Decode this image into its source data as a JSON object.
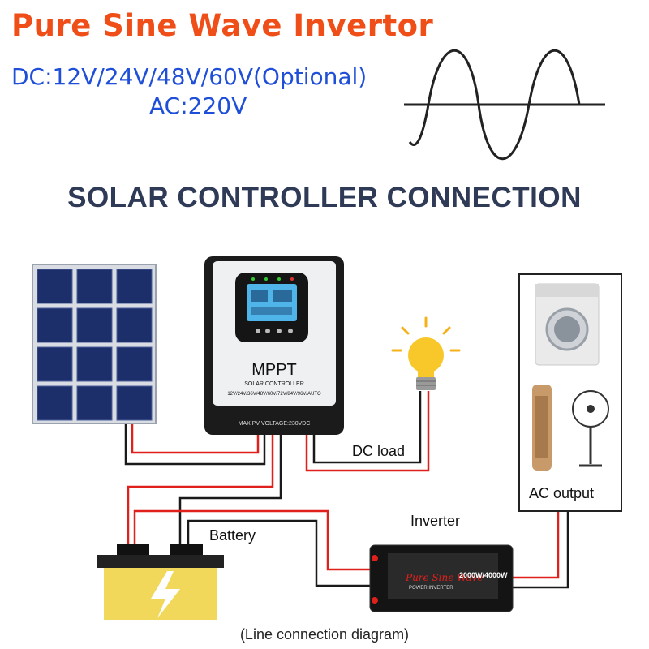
{
  "header": {
    "title": "Pure Sine Wave Invertor",
    "dc_spec": "DC:12V/24V/48V/60V(Optional)",
    "ac_spec": "AC:220V"
  },
  "diagram": {
    "heading": "SOLAR CONTROLLER CONNECTION",
    "controller": {
      "brand": "MPPT",
      "subtitle": "SOLAR CONTROLLER",
      "voltages": "12V/24V/36V/48V/60V/72V/84V/96V/AUTO",
      "max_pv": "MAX PV VOLTAGE:230VDC"
    },
    "inverter": {
      "label": "Inverter",
      "script_text": "Pure Sine Wave",
      "sub_text": "POWER INVERTER",
      "power": "2000W/4000W"
    },
    "labels": {
      "dc_load": "DC load",
      "battery": "Battery",
      "ac_output": "AC output"
    },
    "caption": "(Line connection diagram)"
  },
  "colors": {
    "title": "#f04e18",
    "spec": "#1f4fd8",
    "heading": "#2f3a57",
    "wire_red": "#e0201c",
    "wire_black": "#1a1a1a",
    "battery": "#f2d85a"
  }
}
